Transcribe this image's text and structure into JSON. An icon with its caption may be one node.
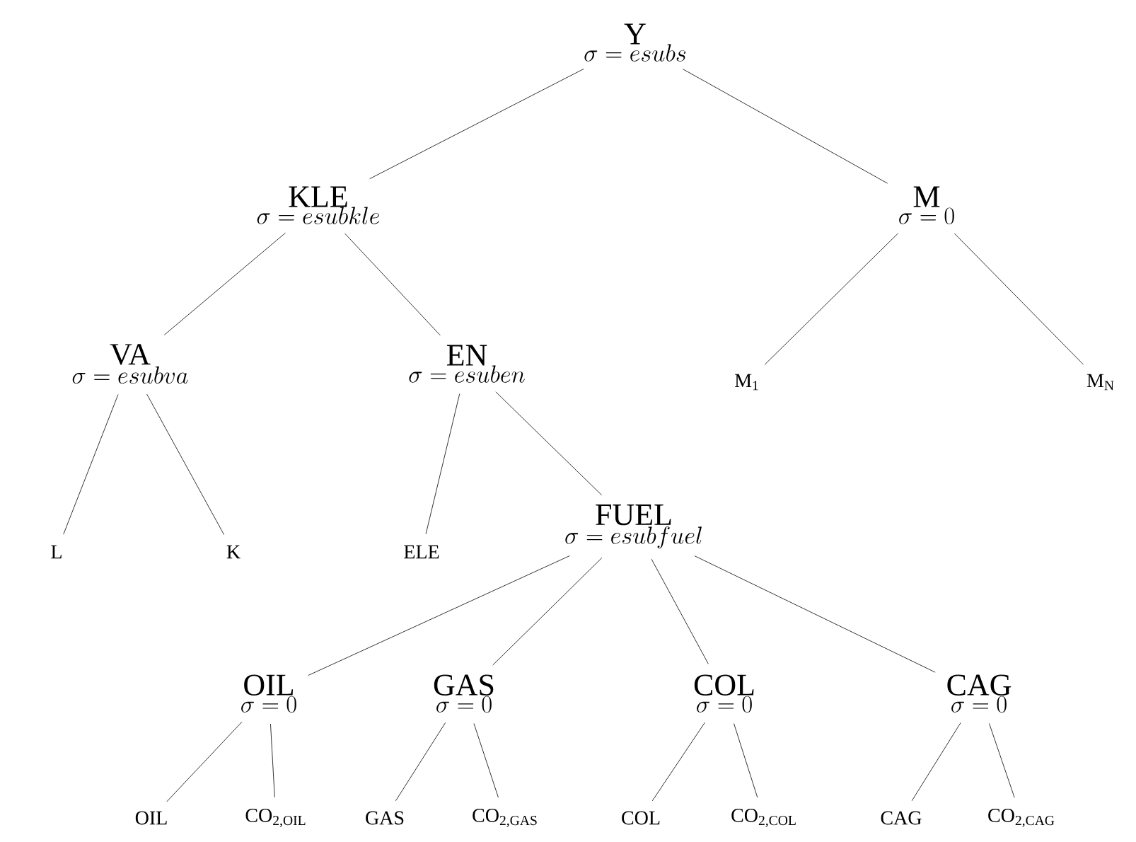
{
  "diagram": {
    "nodes": [
      {
        "text": [
          "Y",
          "\\sigma = esubs"
        ]
      },
      {
        "text": [
          "KLE",
          "\\sigma = esubkle"
        ]
      },
      {
        "text": [
          "M",
          "\\sigma = 0"
        ]
      },
      {
        "text": [
          "VA",
          "\\sigma = esubva"
        ]
      },
      {
        "text": [
          "EN",
          "\\sigma = esuben"
        ]
      },
      {
        "text": [
          "M$_{1}$"
        ]
      },
      {
        "text": [
          "M$_{N}$"
        ]
      },
      {
        "text": [
          "L"
        ]
      },
      {
        "text": [
          "K"
        ]
      },
      {
        "text": [
          "ELE"
        ]
      },
      {
        "text": [
          "FUEL",
          "\\sigma = esubfuel"
        ]
      },
      {
        "text": [
          "OIL",
          "\\sigma = 0"
        ]
      },
      {
        "text": [
          "GAS",
          "\\sigma = 0"
        ]
      },
      {
        "text": [
          "COL",
          "\\sigma = 0"
        ]
      },
      {
        "text": [
          "CAG",
          "\\sigma = 0"
        ]
      },
      {
        "text": [
          "OIL"
        ]
      },
      {
        "text": [
          "CO$_{2,OIL}$"
        ]
      },
      {
        "text": [
          "GAS"
        ]
      },
      {
        "text": [
          "CO$_{2,GAS}$"
        ]
      },
      {
        "text": [
          "COL"
        ]
      },
      {
        "text": [
          "CO$_{2,COL}$"
        ]
      },
      {
        "text": [
          "CAG"
        ]
      },
      {
        "text": [
          "CO$_{2,CAG}$"
        ]
      }
    ],
    "edges": [
      {
        "from": 0,
        "to": 1,
        "arrow": "none"
      },
      {
        "from": 0,
        "to": 2,
        "arrow": "none"
      },
      {
        "from": 1,
        "to": 3,
        "arrow": "none"
      },
      {
        "from": 1,
        "to": 4,
        "arrow": "none"
      },
      {
        "from": 2,
        "to": 5,
        "arrow": "none"
      },
      {
        "from": 2,
        "to": 6,
        "arrow": "none"
      },
      {
        "from": 3,
        "to": 7,
        "arrow": "none"
      },
      {
        "from": 3,
        "to": 8,
        "arrow": "none"
      },
      {
        "from": 4,
        "to": 9,
        "arrow": "none"
      },
      {
        "from": 4,
        "to": 10,
        "arrow": "none"
      },
      {
        "from": 10,
        "to": 11,
        "arrow": "none"
      },
      {
        "from": 10,
        "to": 12,
        "arrow": "none"
      },
      {
        "from": 10,
        "to": 13,
        "arrow": "none"
      },
      {
        "from": 10,
        "to": 14,
        "arrow": "none"
      },
      {
        "from": 11,
        "to": 15,
        "arrow": "none"
      },
      {
        "from": 11,
        "to": 16,
        "arrow": "none"
      },
      {
        "from": 12,
        "to": 17,
        "arrow": "none"
      },
      {
        "from": 12,
        "to": 18,
        "arrow": "none"
      },
      {
        "from": 13,
        "to": 19,
        "arrow": "none"
      },
      {
        "from": 13,
        "to": 20,
        "arrow": "none"
      },
      {
        "from": 14,
        "to": 21,
        "arrow": "none"
      },
      {
        "from": 14,
        "to": 22,
        "arrow": "none"
      }
    ]
  }
}
